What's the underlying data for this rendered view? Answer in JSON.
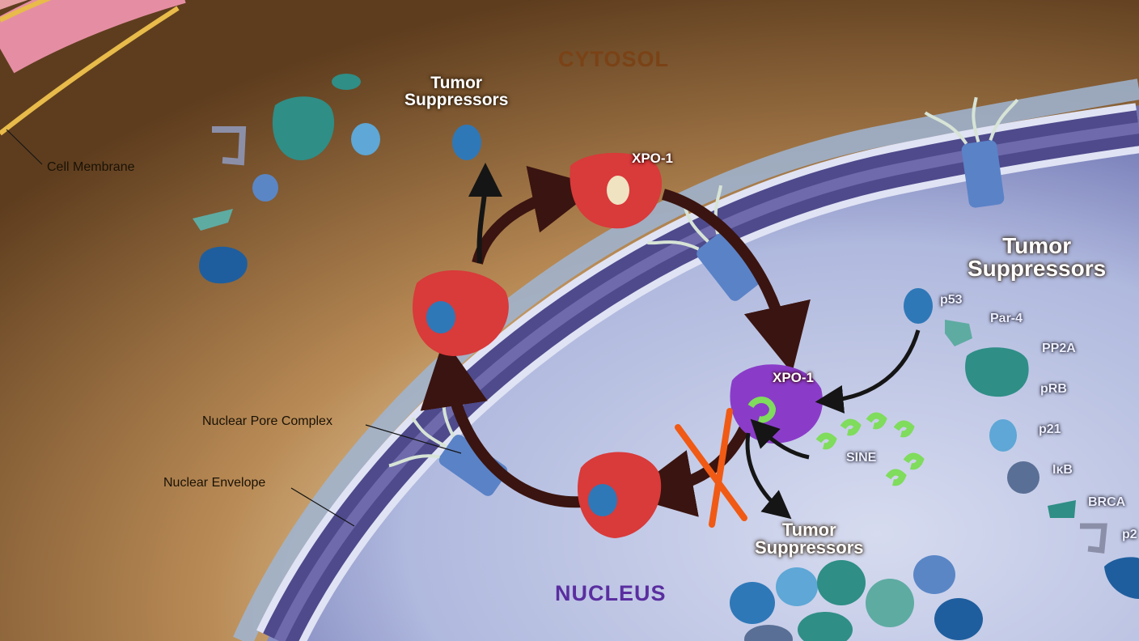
{
  "regions": {
    "cytosol": "CYTOSOL",
    "nucleus": "NUCLEUS"
  },
  "callouts": {
    "cell_membrane": "Cell Membrane",
    "nuclear_pore_complex": "Nuclear Pore Complex",
    "nuclear_envelope": "Nuclear Envelope"
  },
  "tumor_suppressors": {
    "cytosol_line1": "Tumor",
    "cytosol_line2": "Suppressors",
    "nucleus_right_line1": "Tumor",
    "nucleus_right_line2": "Suppressors",
    "nucleus_bottom_line1": "Tumor",
    "nucleus_bottom_line2": "Suppressors"
  },
  "xpo1": {
    "cytosol_label": "XPO-1",
    "nucleus_label": "XPO-1"
  },
  "inhibitor": {
    "label": "SINE"
  },
  "proteins": [
    "p53",
    "Par-4",
    "PP2A",
    "pRB",
    "p21",
    "IκB",
    "BRCA",
    "p2"
  ],
  "colors": {
    "cytosol_brown": "#6b4a2a",
    "cytosol_cream": "#efe3c2",
    "nucleus_blue": "#aeb6dc",
    "envelope_purple": "#4e4a8c",
    "xpo1_red": "#d93a3a",
    "xpo1_purple": "#8a3cc9",
    "sine_green": "#7fdc5c",
    "tumor_suppressor_blue": "#2f78b8",
    "arrow_dark": "#3a1410",
    "block_orange": "#f05a14",
    "cytosol_title": "#7a4216",
    "nucleus_title": "#5a2ea0"
  }
}
